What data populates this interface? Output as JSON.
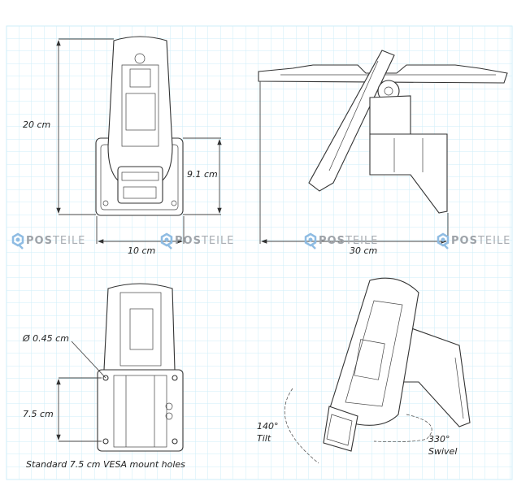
{
  "dimensions": {
    "height": "20 cm",
    "base_height": "9.1 cm",
    "width": "10 cm",
    "depth": "30 cm",
    "hole_diameter": "Ø 0.45 cm",
    "vesa_spacing": "7.5 cm"
  },
  "captions": {
    "vesa": "Standard 7.5 cm VESA mount holes",
    "tilt_value": "140°",
    "tilt_label": "Tilt",
    "swivel_value": "330°",
    "swivel_label": "Swivel"
  },
  "watermark": {
    "bold": "POS",
    "light": "TEILE"
  },
  "colors": {
    "grid": "#cdeef9",
    "line": "#333333",
    "watermark_icon": "#7fb0dc"
  }
}
